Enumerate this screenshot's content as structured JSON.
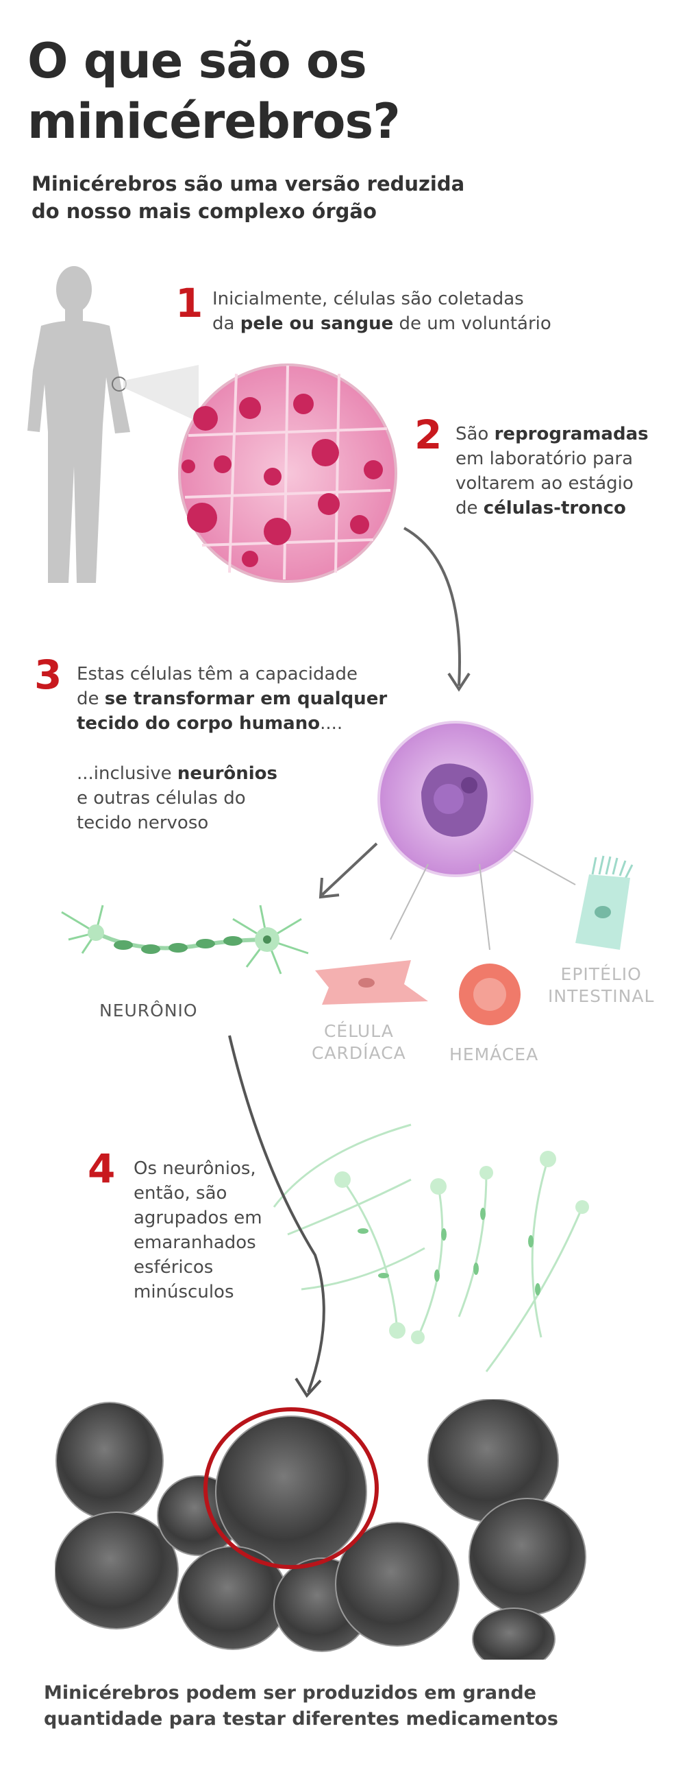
{
  "title": {
    "line1": "O que são os",
    "line2": "minicérebros?"
  },
  "subtitle": {
    "line1": "Minicérebros são uma versão reduzida",
    "line2": "do nosso mais complexo órgão"
  },
  "steps": [
    {
      "number": "1",
      "line1": "Inicialmente, células são coletadas",
      "line2_pre": "da ",
      "line2_bold": "pele ou sangue",
      "line2_post": " de um voluntário"
    },
    {
      "number": "2",
      "line1_pre": "São ",
      "line1_bold": "reprogramadas",
      "line2": "em laboratório para",
      "line3": "voltarem ao estágio",
      "line4_pre": "de ",
      "line4_bold": "células-tronco"
    },
    {
      "number": "3",
      "line1": "Estas células têm a capacidade",
      "line2_pre": "de ",
      "line2_bold": "se transformar em qualquer",
      "line3_bold": "tecido do corpo humano",
      "line3_post": "....",
      "line4_pre": "...inclusive ",
      "line4_bold": "neurônios",
      "line5": "e outras células do",
      "line6": "tecido nervoso"
    },
    {
      "number": "4",
      "lines": [
        "Os neurônios,",
        "então, são",
        "agrupados em",
        "emaranhados",
        "esféricos",
        "minúsculos"
      ]
    }
  ],
  "cell_labels": {
    "neuron": "NEURÔNIO",
    "cardiac_line1": "CÉLULA",
    "cardiac_line2": "CARDÍACA",
    "blood": "HEMÁCEA",
    "epithelium_line1": "EPITÉLIO",
    "epithelium_line2": "INTESTINAL"
  },
  "footer": {
    "line1": "Minicérebros podem ser produzidos em grande",
    "line2": "quantidade para testar diferentes medicamentos"
  },
  "colors": {
    "accent_red": "#c8191e",
    "skin_pink": "#f2a9c6",
    "stem_purple": "#d9a8e3",
    "neuron_green": "#7fcf8f",
    "organoid_gray": "#4a4a4a"
  }
}
